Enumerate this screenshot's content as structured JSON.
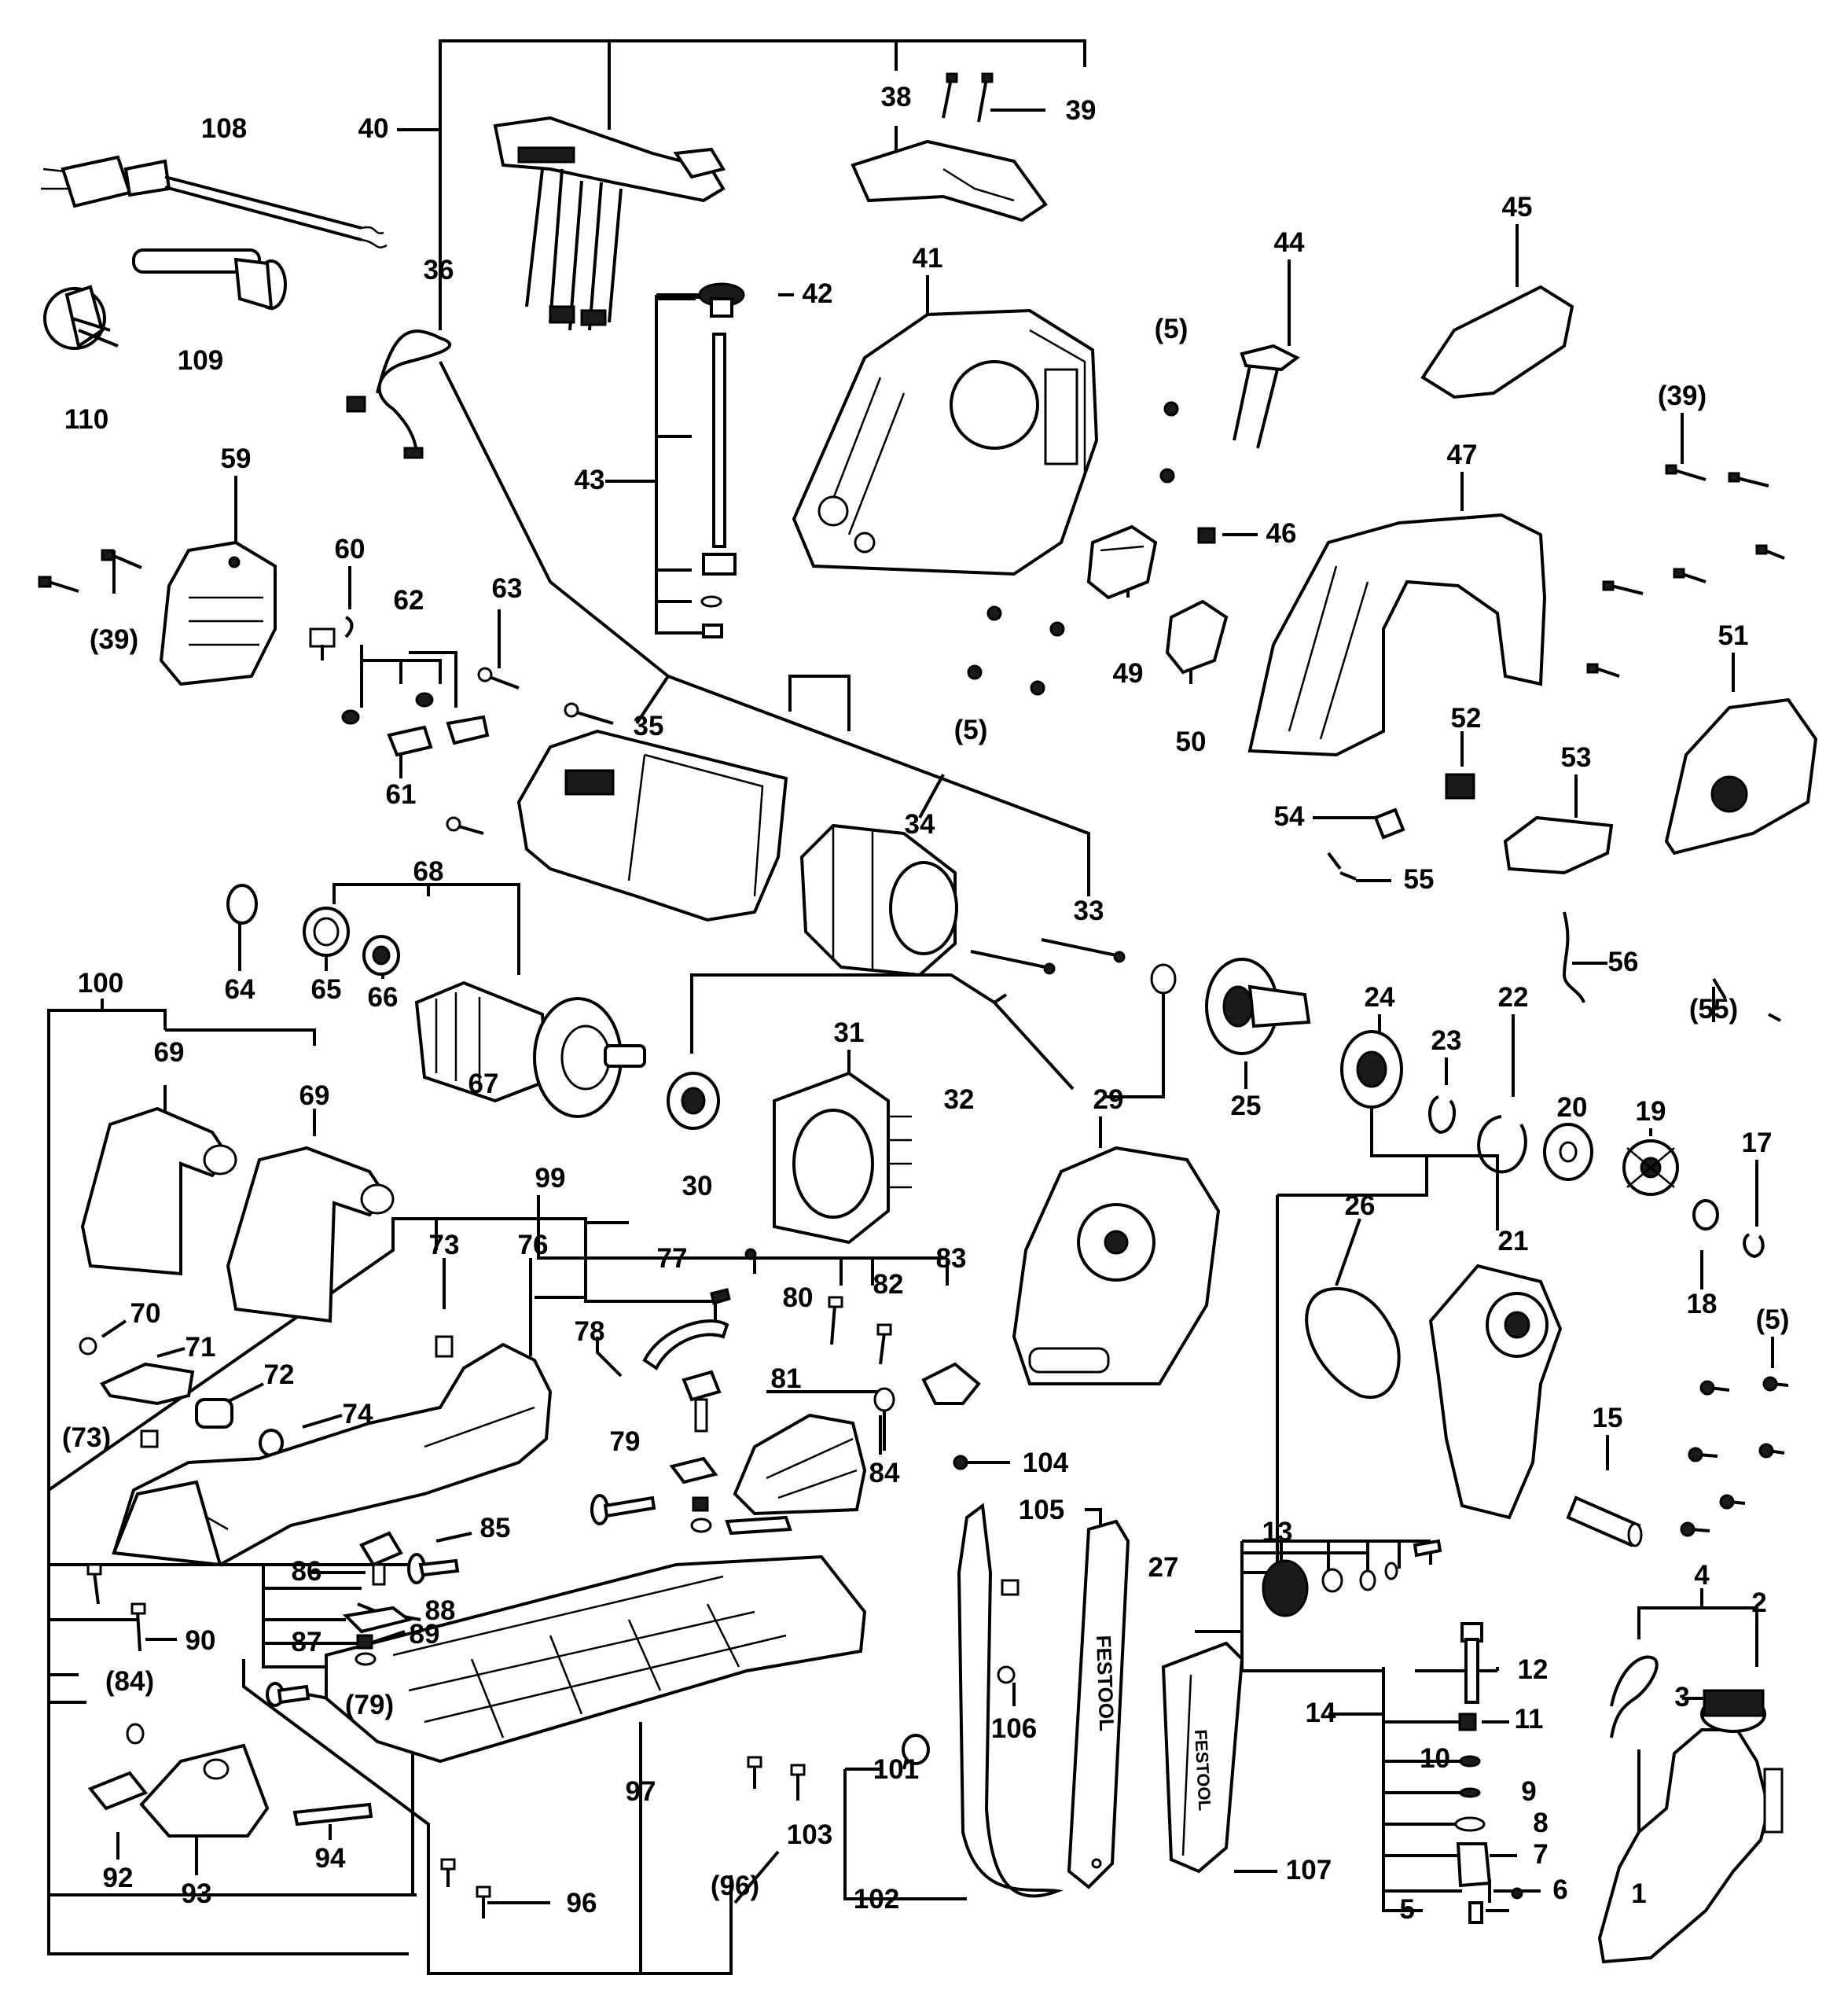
{
  "labels": {
    "l1": "1",
    "l2": "2",
    "l3": "3",
    "l4": "4",
    "l5": "5",
    "l6": "6",
    "l7": "7",
    "l8": "8",
    "l9": "9",
    "l10": "10",
    "l11": "11",
    "l12": "12",
    "l13": "13",
    "l14": "14",
    "l15": "15",
    "l17": "17",
    "l18": "18",
    "l19": "19",
    "l20": "20",
    "l21": "21",
    "l22": "22",
    "l23": "23",
    "l24": "24",
    "l25": "25",
    "l26": "26",
    "l27": "27",
    "l29": "29",
    "l30": "30",
    "l31": "31",
    "l32": "32",
    "l33": "33",
    "l34": "34",
    "l35": "35",
    "l36": "36",
    "l38": "38",
    "l39": "39",
    "l39p": "(39)",
    "l39p2": "(39)",
    "l40": "40",
    "l41": "41",
    "l42": "42",
    "l43": "43",
    "l44": "44",
    "l45": "45",
    "l46": "46",
    "l47": "47",
    "l49": "49",
    "l50": "50",
    "l51": "51",
    "l52": "52",
    "l53": "53",
    "l54": "54",
    "l55": "55",
    "l55p": "(55)",
    "l56": "56",
    "l59": "59",
    "l60": "60",
    "l61": "61",
    "l62": "62",
    "l63": "63",
    "l64": "64",
    "l65": "65",
    "l66": "66",
    "l67": "67",
    "l68": "68",
    "l69a": "69",
    "l69b": "69",
    "l70": "70",
    "l71": "71",
    "l72": "72",
    "l73": "73",
    "l73p": "(73)",
    "l74": "74",
    "l76": "76",
    "l77": "77",
    "l78": "78",
    "l79": "79",
    "l79p": "(79)",
    "l80": "80",
    "l81": "81",
    "l82": "82",
    "l83": "83",
    "l84": "84",
    "l84p": "(84)",
    "l85": "85",
    "l86": "86",
    "l87": "87",
    "l88": "88",
    "l89": "89",
    "l90": "90",
    "l92": "92",
    "l93": "93",
    "l94": "94",
    "l96": "96",
    "l96p": "(96)",
    "l97": "97",
    "l99": "99",
    "l100": "100",
    "l101": "101",
    "l102": "102",
    "l103": "103",
    "l104": "104",
    "l105": "105",
    "l106": "106",
    "l107": "107",
    "l108": "108",
    "l109": "109",
    "l110": "110",
    "l5p_a": "(5)",
    "l5p_b": "(5)",
    "l5p_c": "(5)"
  },
  "brand_text": {
    "bar_logo": "FESTOOL",
    "guard_logo": "FESTOOL"
  }
}
